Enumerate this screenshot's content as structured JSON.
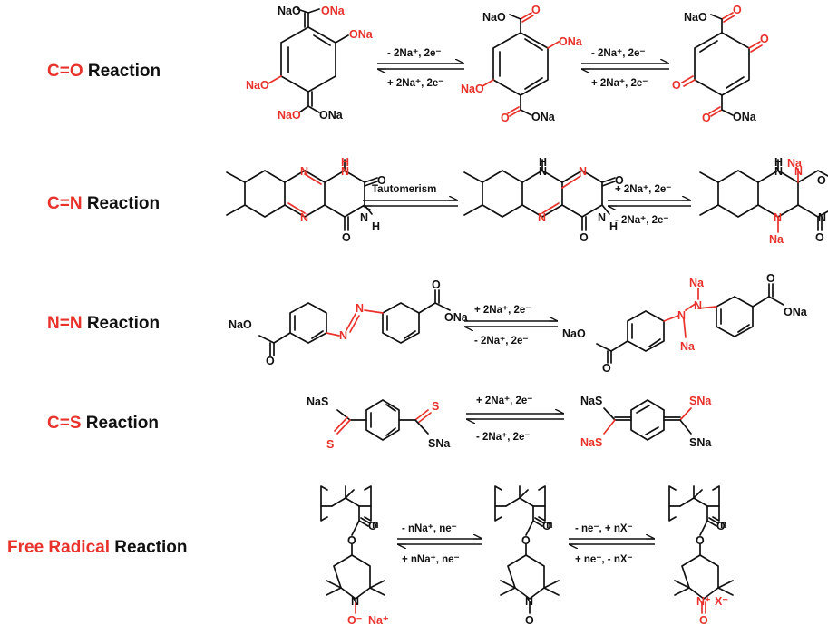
{
  "labels": {
    "co": {
      "hl": "C=O",
      "rest": " Reaction"
    },
    "cn": {
      "hl": "C=N",
      "rest": " Reaction"
    },
    "nn": {
      "hl": "N=N",
      "rest": " Reaction"
    },
    "cs": {
      "hl": "C=S",
      "rest": " Reaction"
    },
    "fr": {
      "hl": "Free Radical",
      "rest": " Reaction"
    }
  },
  "conditions": {
    "co1_top": "- 2Na⁺, 2e⁻",
    "co1_bot": "+ 2Na⁺, 2e⁻",
    "co2_top": "- 2Na⁺, 2e⁻",
    "co2_bot": "+ 2Na⁺, 2e⁻",
    "cn1_top": "Tautomerism",
    "cn2_top": "+ 2Na⁺, 2e⁻",
    "cn2_bot": "- 2Na⁺, 2e⁻",
    "nn_top": "+ 2Na⁺, 2e⁻",
    "nn_bot": "- 2Na⁺, 2e⁻",
    "cs_top": "+ 2Na⁺, 2e⁻",
    "cs_bot": "- 2Na⁺, 2e⁻",
    "fr1_top": "- nNa⁺, ne⁻",
    "fr1_bot": "+ nNa⁺, ne⁻",
    "fr2_top": "- ne⁻, + nX⁻",
    "fr2_bot": "+ ne⁻, - nX⁻"
  },
  "atoms": {
    "ONa": "ONa",
    "NaO": "NaO",
    "O": "O",
    "N": "N",
    "H": "H",
    "Na": "Na",
    "NaS": "NaS",
    "SNa": "SNa",
    "S": "S",
    "n": "n",
    "O_minus": "O⁻",
    "Na_plus": "Na⁺",
    "X_minus": "X⁻",
    "N_plus": "N⁺"
  },
  "colors": {
    "highlight": "#e8322b",
    "text": "#111111"
  }
}
